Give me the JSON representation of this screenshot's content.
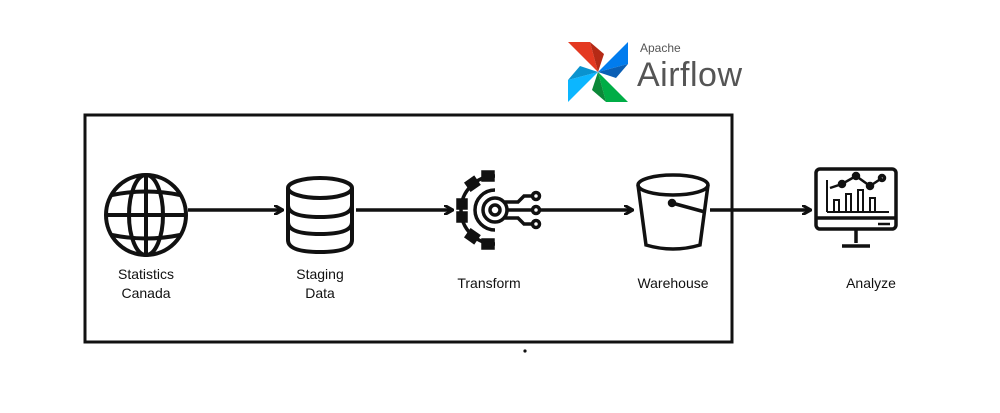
{
  "logo": {
    "brand_small": "Apache",
    "brand_big": "Airflow"
  },
  "nodes": [
    {
      "id": "statistics-canada",
      "label_line1": "Statistics",
      "label_line2": "Canada",
      "icon": "globe-icon"
    },
    {
      "id": "staging-data",
      "label_line1": "Staging",
      "label_line2": "Data",
      "icon": "database-icon"
    },
    {
      "id": "transform",
      "label_line1": "Transform",
      "label_line2": "",
      "icon": "gear-circuit-icon"
    },
    {
      "id": "warehouse",
      "label_line1": "Warehouse",
      "label_line2": "",
      "icon": "bucket-icon"
    },
    {
      "id": "analyze",
      "label_line1": "Analyze",
      "label_line2": "",
      "icon": "monitor-chart-icon"
    }
  ],
  "colors": {
    "stroke": "#111111",
    "logo_red": "#e43921",
    "logo_blue": "#017cee",
    "logo_teal": "#00ad46",
    "logo_cyan": "#0cb6ff",
    "logo_text": "#555555"
  }
}
